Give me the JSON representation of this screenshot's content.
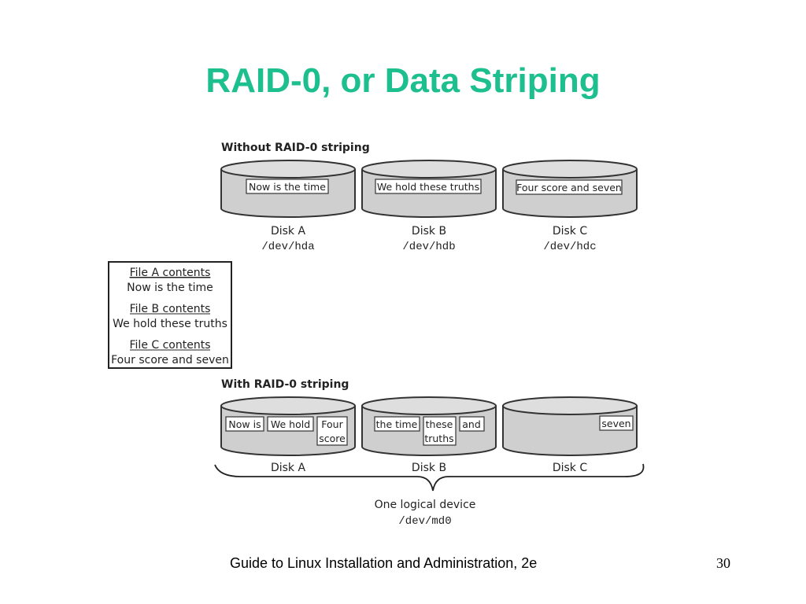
{
  "slide": {
    "title": "RAID-0, or Data Striping",
    "footer": "Guide to Linux Installation and Administration, 2e",
    "page_number": "30"
  },
  "colors": {
    "title": "#1dbf8e",
    "disk_fill": "#cfcfcf",
    "disk_stroke": "#333333"
  },
  "without_striping": {
    "heading": "Without RAID-0 striping",
    "disks": [
      {
        "name": "Disk A",
        "device": "/dev/hda",
        "blocks": [
          "Now is the time"
        ]
      },
      {
        "name": "Disk B",
        "device": "/dev/hdb",
        "blocks": [
          "We hold these truths"
        ]
      },
      {
        "name": "Disk C",
        "device": "/dev/hdc",
        "blocks": [
          "Four score and seven"
        ]
      }
    ]
  },
  "file_legend": [
    {
      "label": "File A contents",
      "value": "Now is the time"
    },
    {
      "label": "File B contents",
      "value": "We hold these truths"
    },
    {
      "label": "File C contents",
      "value": "Four score and seven"
    }
  ],
  "with_striping": {
    "heading": "With RAID-0 striping",
    "disks": [
      {
        "name": "Disk A",
        "blocks": [
          [
            "Now is"
          ],
          [
            "We hold"
          ],
          [
            "Four",
            "score"
          ]
        ]
      },
      {
        "name": "Disk B",
        "blocks": [
          [
            "the time"
          ],
          [
            "these",
            "truths"
          ],
          [
            "and"
          ]
        ]
      },
      {
        "name": "Disk C",
        "blocks": [
          [
            "seven"
          ]
        ]
      }
    ],
    "logical_device_label": "One logical device",
    "logical_device": "/dev/md0"
  }
}
